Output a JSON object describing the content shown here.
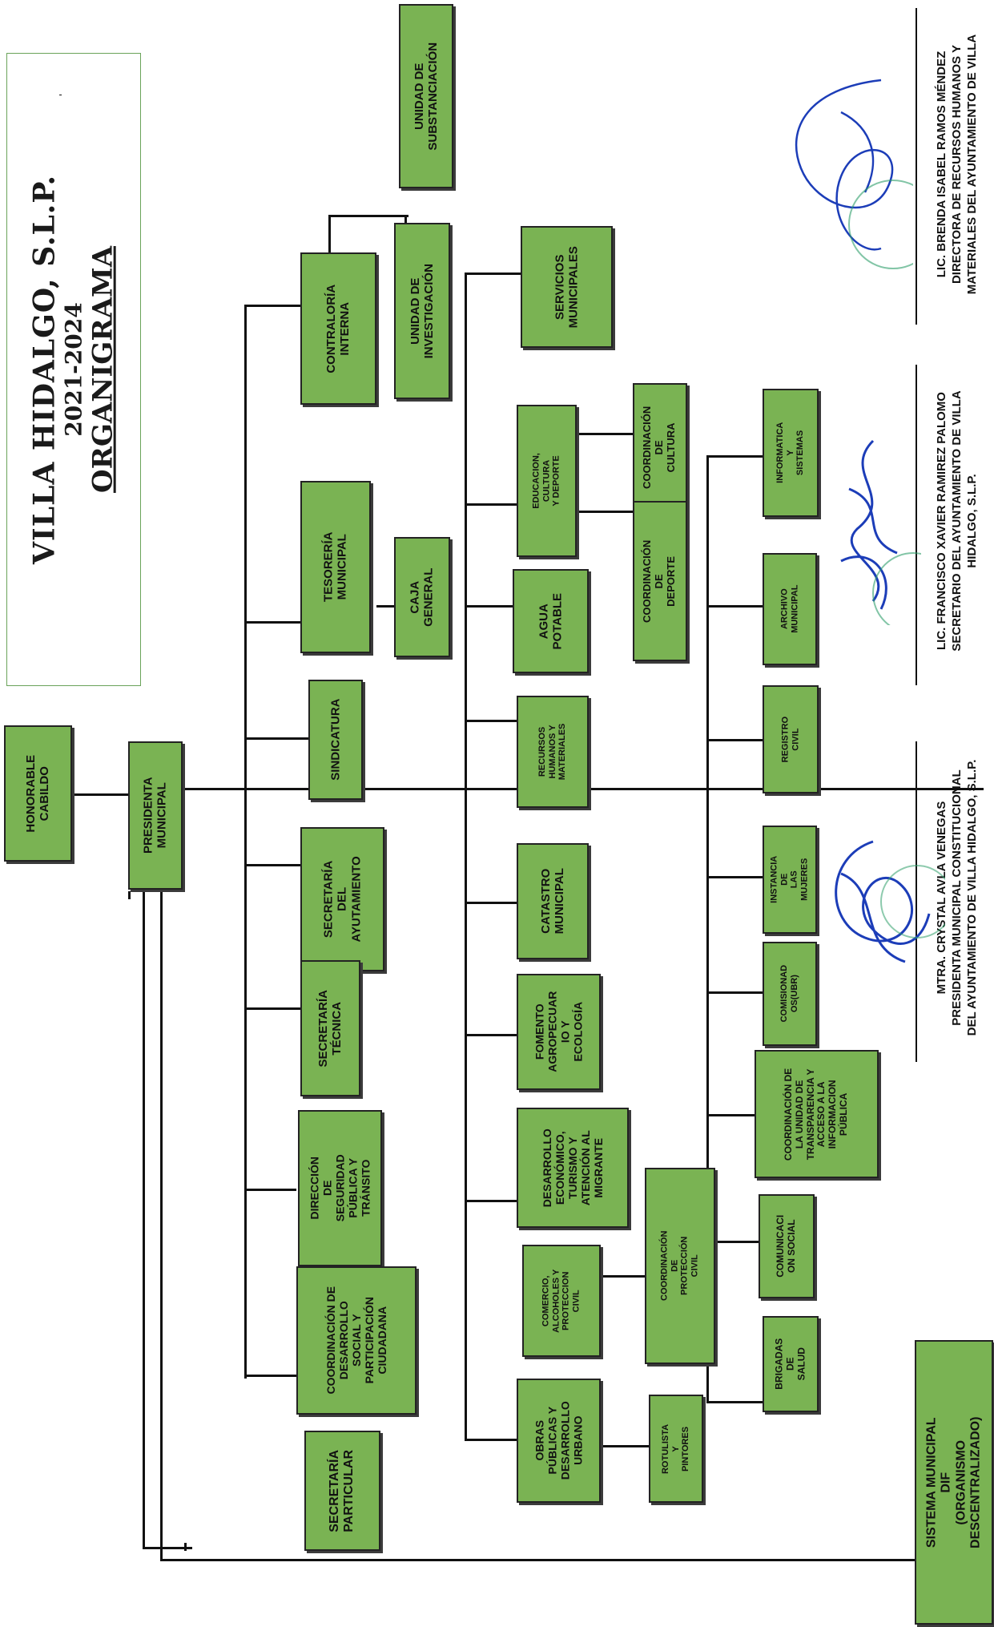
{
  "title": {
    "line1": "VILLA HIDALGO, S.L.P.",
    "line2": "2021-2024",
    "line3": "ORGANIGRAMA"
  },
  "colors": {
    "box_fill": "#7ab353",
    "line": "#111111"
  },
  "nodes": {
    "honorable_cabildo": "HONORABLE\nCABILDO",
    "presidenta_municipal": "PRESIDENTA\nMUNICIPAL",
    "secretaria_particular": "SECRETARÍA\nPARTICULAR",
    "sistema_dif": "SISTEMA MUNICIPAL DIF\n(ORGANISMO DESCENTRALIZADO)",
    "contraloria_interna": "CONTRALORÍA\nINTERNA",
    "unidad_substanciacion": "UNIDAD DE\nSUBSTANCIACIÓN",
    "unidad_investigacion": "UNIDAD DE\nINVESTIGACIÓN",
    "tesoreria": "TESORERÍA\nMUNICIPAL",
    "caja_general": "CAJA\nGENERAL",
    "sindicatura": "SINDICATURA",
    "secretaria_ayuntamiento": "SECRETARÍA\nDEL\nAYUTAMIENTO",
    "secretaria_tecnica": "SECRETARÍA\nTÉCNICA",
    "direccion_seguridad": "DIRECCIÓN DE\nSEGURIDAD\nPÚBLICA Y\nTRÁNSITO",
    "coord_desarrollo_social": "COORDINACIÓN DE\nDESARROLLO\nSOCIAL Y\nPARTICIPACIÓN\nCIUDADANA",
    "servicios_municipales": "SERVICIOS\nMUNICIPALES",
    "coord_cultura": "COORDINACIÓN DE\nCULTURA",
    "educacion": "EDUCACION, CULTURA\nY DEPORTE",
    "coord_deporte": "COORDINACIÓN DE\nDEPORTE",
    "agua_potable": "AGUA\nPOTABLE",
    "recursos_humanos": "RECURSOS\nHUMANOS Y\nMATERIALES",
    "catastro": "CATASTRO\nMUNICIPAL",
    "fomento": "FOMENTO\nAGROPECUAR\nIO Y\nECOLOGÍA",
    "desarrollo_economico": "DESARROLLO\nECONÓMICO,\nTURISMO Y\nATENCIÓN AL\nMIGRANTE",
    "comercio": "COMERCIO,\nALCOHOLES Y\nPROTECCION\nCIVIL",
    "coord_proteccion_civil": "COORDINACIÓN DE\nPROTECCIÓN CIVIL",
    "obras_publicas": "OBRAS PÚBLICAS Y\nDESARROLLO\nURBANO",
    "rotulista": "ROTULISTA Y\nPINTORES",
    "informatica": "INFORMATICA Y\nSISTEMAS",
    "archivo": "ARCHIVO\nMUNICIPAL",
    "registro_civil": "REGISTRO CIVIL",
    "instancia_mujeres": "INSTANCIA DE\nLAS MUJERES",
    "comisionados": "COMISIONAD\nOS(UBR)",
    "transparencia": "COORDINACIÓN DE\nLA UNIDAD DE\nTRANSPARENCIA Y\nACCESO A LA\nINFORMACION\nPÚBLICA",
    "comunicacion": "COMUNICACI\nON SOCIAL",
    "brigadas": "BRIGADAS DE\nSALUD"
  },
  "signatures": {
    "s1": "LIC. BRENDA ISABEL RAMOS MÉNDEZ\nDIRECTORA DE RECURSOS HUMANOS Y\nMATERIALES DEL AYUNTAMIENTO DE VILLA",
    "s2": "LIC. FRANCISCO XAVIER RAMIREZ PALOMO\nSECRETARIO DEL AYUNTAMIENTO DE VILLA\nHIDALGO, S.L.P.",
    "s3": "MTRA. CRYSTAL AVLA VENEGAS\nPRESIDENTA MUNICIPAL CONSTITUCIONAL\nDEL AYUNTAMIENTO DE VILLA HIDALGO, S.L.P."
  }
}
